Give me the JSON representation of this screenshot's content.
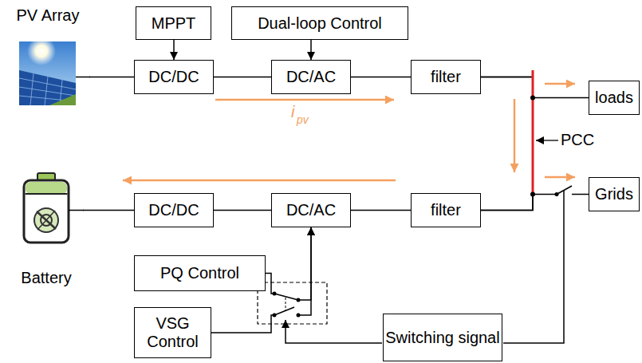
{
  "diagram": {
    "nodes": [
      {
        "text": [
          "PV Array"
        ]
      },
      {
        "text": [
          "MPPT"
        ]
      },
      {
        "text": [
          "Dual-loop Control"
        ]
      },
      {
        "text": [
          "DC/DC"
        ]
      },
      {
        "text": [
          "DC/AC"
        ]
      },
      {
        "text": [
          "filter"
        ]
      },
      {
        "text": [
          "loads"
        ]
      },
      {
        "text": [
          "Grids"
        ]
      },
      {
        "text": [
          "Battery"
        ]
      },
      {
        "text": [
          "DC/DC"
        ]
      },
      {
        "text": [
          "DC/AC"
        ]
      },
      {
        "text": [
          "filter"
        ]
      },
      {
        "text": [
          "PQ Control"
        ]
      },
      {
        "text": [
          "VSG Control"
        ]
      },
      {
        "text": [
          "Switching signal"
        ]
      }
    ],
    "edges": [
      {
        "from": 0,
        "to": 3,
        "arrow": "none"
      },
      {
        "from": 1,
        "to": 3,
        "arrow": "to"
      },
      {
        "from": 3,
        "to": 4,
        "arrow": "none"
      },
      {
        "from": 2,
        "to": 4,
        "arrow": "to"
      },
      {
        "from": 4,
        "to": 5,
        "arrow": "none"
      },
      {
        "from": 5,
        "to": 6,
        "arrow": "none"
      },
      {
        "from": 5,
        "to": 11,
        "arrow": "none"
      },
      {
        "from": 11,
        "to": 7,
        "arrow": "none"
      },
      {
        "from": 8,
        "to": 9,
        "arrow": "none"
      },
      {
        "from": 9,
        "to": 10,
        "arrow": "none"
      },
      {
        "from": 10,
        "to": 11,
        "arrow": "none"
      },
      {
        "from": 12,
        "to": 10,
        "arrow": "to"
      },
      {
        "from": 13,
        "to": 10,
        "arrow": "to"
      }
    ],
    "labels": [
      "i",
      "pv",
      "PCC"
    ]
  }
}
